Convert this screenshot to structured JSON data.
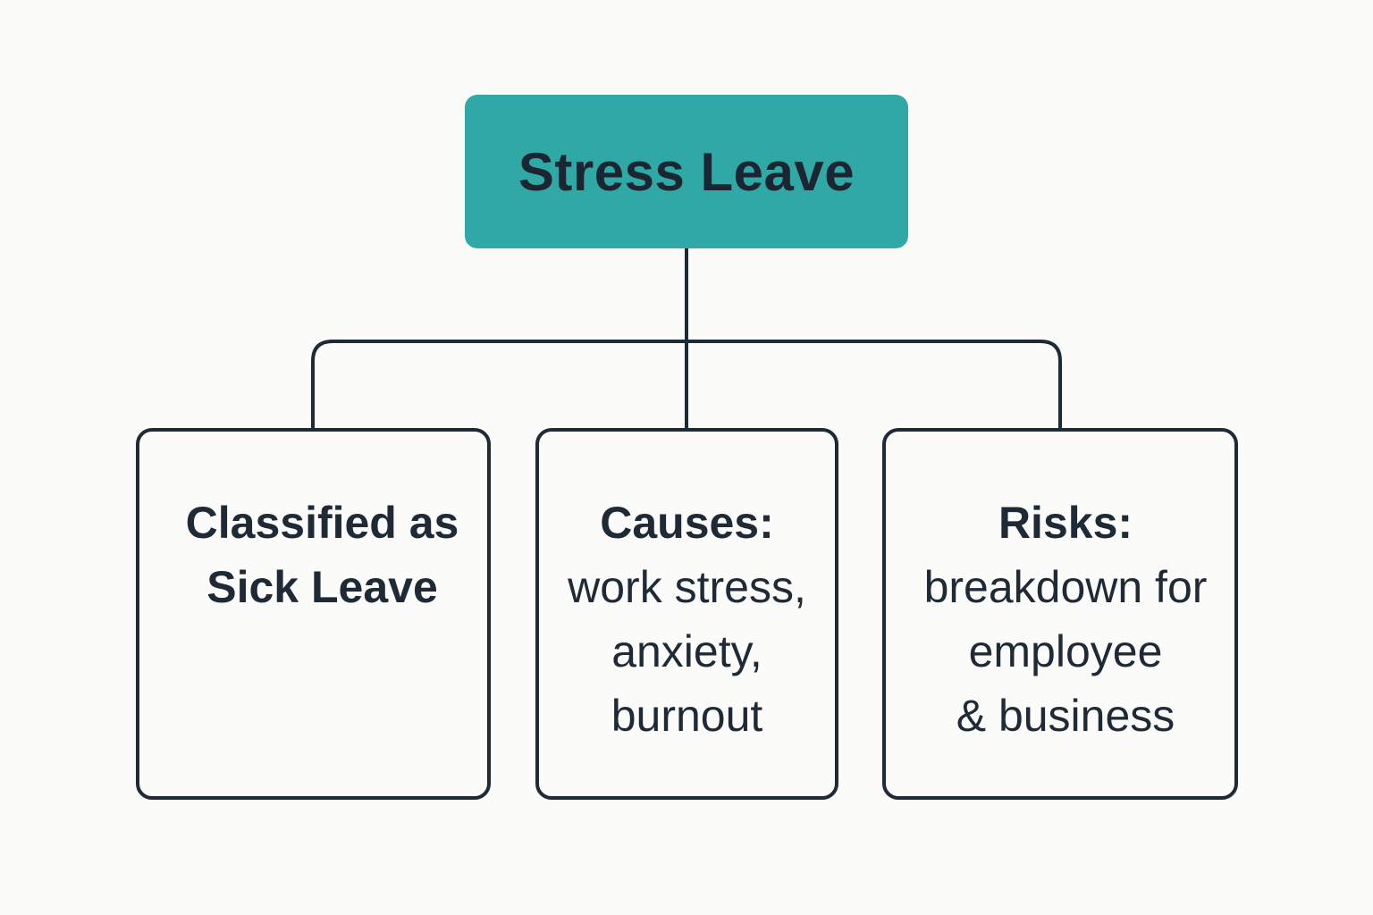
{
  "root": {
    "label": "Stress Leave",
    "fill_color": "#30a8a5"
  },
  "children": [
    {
      "heading_lines": [
        "Classified as",
        "Sick Leave"
      ],
      "body_lines": []
    },
    {
      "heading_lines": [
        "Causes:"
      ],
      "body_lines": [
        "work stress,",
        "anxiety,",
        "burnout"
      ]
    },
    {
      "heading_lines": [
        "Risks:"
      ],
      "body_lines": [
        "breakdown for",
        "employee",
        "& business"
      ]
    }
  ],
  "colors": {
    "background": "#fbfbf9",
    "stroke": "#1f2a37",
    "text": "#1f2a37"
  }
}
